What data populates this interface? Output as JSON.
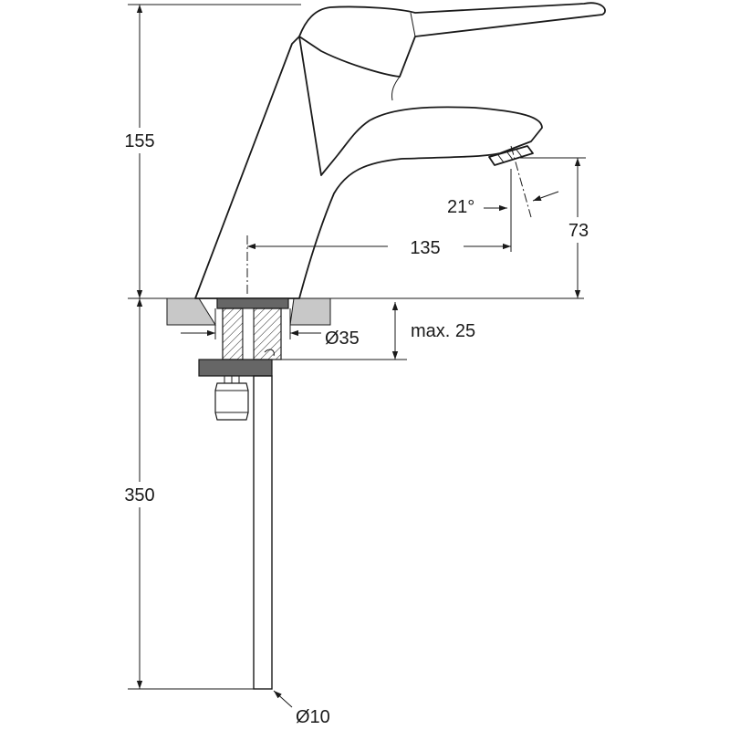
{
  "dimensions": {
    "height_upper": "155",
    "height_lower": "350",
    "spout_projection": "135",
    "spout_height": "73",
    "spout_angle": "21°",
    "hole_diameter": "Ø35",
    "max_thickness": "max. 25",
    "hose_diameter": "Ø10"
  },
  "colors": {
    "line": "#1a1a1a",
    "counter": "#c8c8c8",
    "gasket": "#666666"
  }
}
